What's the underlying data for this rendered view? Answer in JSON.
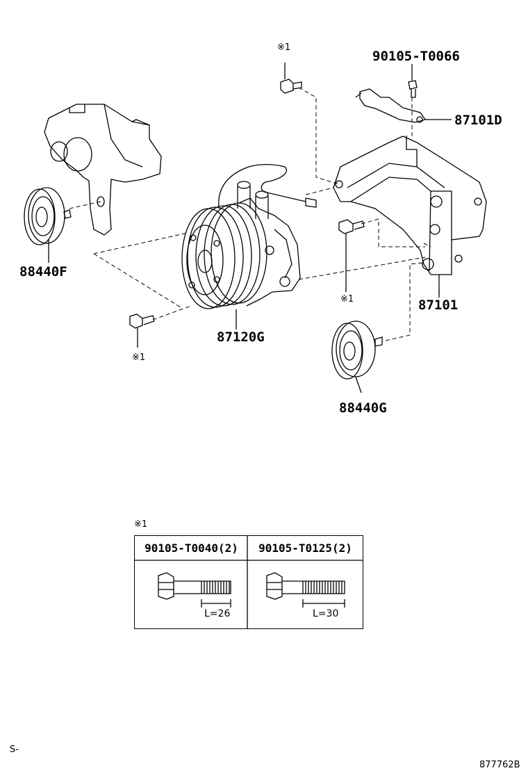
{
  "callouts": {
    "bolt_top": "90105-T0066",
    "bracket_small": "87101D",
    "pulley_left": "88440F",
    "bracket_main": "87101",
    "compressor": "87120G",
    "pulley_right": "88440G"
  },
  "notes": {
    "note_top": "※1",
    "note_mid_right": "※1",
    "note_low_left": "※1",
    "table_note": "※1"
  },
  "bolt_table": {
    "columns": [
      {
        "part": "90105-T0040(2)",
        "length": "L=26"
      },
      {
        "part": "90105-T0125(2)",
        "length": "L=30"
      }
    ]
  },
  "footer": {
    "left_code": "S-",
    "right_code": "877762B"
  }
}
